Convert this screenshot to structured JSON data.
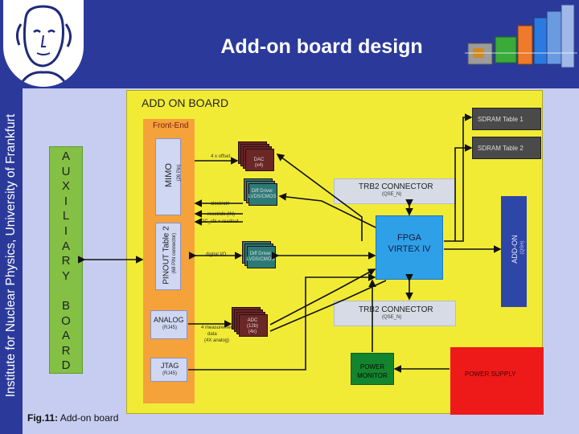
{
  "header": {
    "title": "Add-on board design"
  },
  "sidebar": {
    "text": "Institute for Nuclear Physics, University of Frankfurt"
  },
  "board": {
    "title": "ADD ON BOARD"
  },
  "front_end": {
    "title": "Front-End",
    "mimo": {
      "label": "MIMO",
      "sub": "(26 Pin)"
    },
    "pinout": {
      "label": "PINOUT Table 2",
      "sub": "(68 PIN connector)"
    },
    "analog": {
      "label": "ANALOG",
      "sub": "(RJ45)"
    },
    "jtag": {
      "label": "JTAG",
      "sub": "(RJ45)"
    }
  },
  "aux_board": {
    "letters": [
      "A",
      "U",
      "X",
      "I",
      "L",
      "I",
      "A",
      "R",
      "Y",
      "",
      "B",
      "O",
      "A",
      "R",
      "D"
    ]
  },
  "signals": {
    "mimo_to_dac": "4 x offset",
    "clock_ctrl_1": "clock/ctrl",
    "clock_ctrl_2": "reset/clk (IN)",
    "clock_ctrl_3": "ADC_clk + readout",
    "digital_io": "digital I/O",
    "analog_data_1": "4 measurement",
    "analog_data_2": "data",
    "analog_data_3": "(4X analog)"
  },
  "chips": {
    "dac": {
      "line1": "DAC",
      "line2": "(x4)"
    },
    "diff_driver_1": {
      "line1": "Diff Driver",
      "line2": "LVDS/CMOS"
    },
    "diff_driver_2": {
      "line1": "Diff Driver",
      "line2": "LVDS/CMOS"
    },
    "adc": {
      "line1": "ADC",
      "line2": "(12b)",
      "line3": "(4x)"
    }
  },
  "trb2_top": {
    "label": "TRB2 CONNECTOR",
    "sub": "(QSE_N)"
  },
  "trb2_bottom": {
    "label": "TRB2 CONNECTOR",
    "sub": "(QSE_N)"
  },
  "fpga": {
    "line1": "FPGA",
    "line2": "VIRTEX IV"
  },
  "sdram1": {
    "label": "SDRAM Table 1"
  },
  "sdram2": {
    "label": "SDRAM Table 2"
  },
  "addon": {
    "label": "ADD-ON",
    "sub": "(QSH)"
  },
  "power_monitor": {
    "line1": "POWER",
    "line2": "MONITOR"
  },
  "power_supply": {
    "label": "POWER SUPPLY"
  },
  "caption": {
    "prefix": "Fig.11:",
    "text": " Add-on board"
  },
  "colors": {
    "header_bg": "#2b3a9a",
    "board_bg": "#f2eb36",
    "front_end": "#f5a23a",
    "aux_board": "#83c044",
    "fpga": "#2ea0e8",
    "power_supply": "#ee1a1a",
    "power_monitor": "#13852e",
    "addon": "#2d46a8"
  }
}
